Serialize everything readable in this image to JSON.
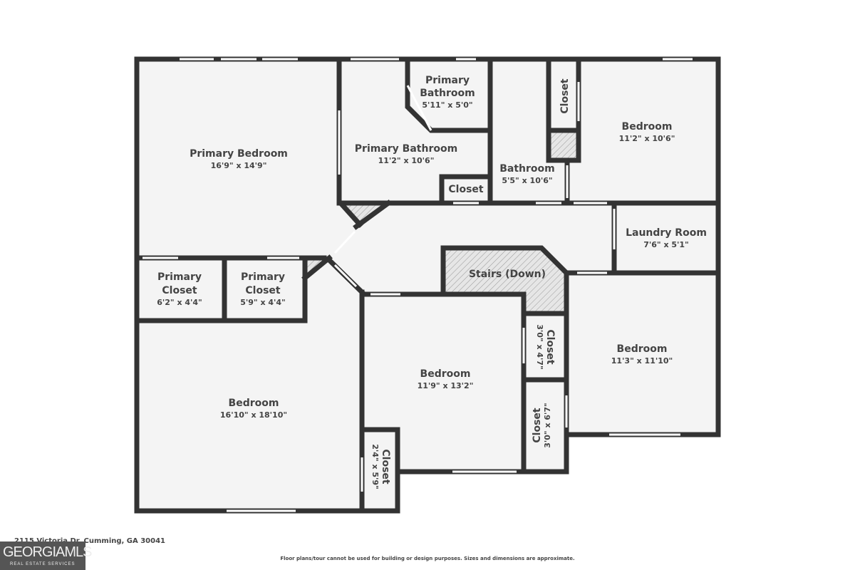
{
  "rooms": {
    "primary_bedroom": {
      "name": "Primary Bedroom",
      "dim": "16'9\" x 14'9\""
    },
    "primary_bathroom": {
      "name": "Primary Bathroom",
      "dim": "11'2\" x 10'6\""
    },
    "primary_bathroom_small": {
      "name1": "Primary",
      "name2": "Bathroom",
      "dim": "5'11\" x 5'0\""
    },
    "closet_bath": {
      "name": "Closet"
    },
    "bathroom": {
      "name": "Bathroom",
      "dim": "5'5\" x 10'6\""
    },
    "closet_top": {
      "name": "Closet"
    },
    "bedroom_top_right": {
      "name": "Bedroom",
      "dim": "11'2\" x 10'6\""
    },
    "laundry": {
      "name": "Laundry Room",
      "dim": "7'6\" x 5'1\""
    },
    "stairs": {
      "name": "Stairs (Down)"
    },
    "primary_closet_1": {
      "name1": "Primary",
      "name2": "Closet",
      "dim": "6'2\" x 4'4\""
    },
    "primary_closet_2": {
      "name1": "Primary",
      "name2": "Closet",
      "dim": "5'9\" x 4'4\""
    },
    "bedroom_bottom_left": {
      "name": "Bedroom",
      "dim": "16'10\" x 18'10\""
    },
    "bedroom_middle": {
      "name": "Bedroom",
      "dim": "11'9\" x 13'2\""
    },
    "closet_middle_1": {
      "name": "Closet",
      "dim": "3'0\" x 4'7\""
    },
    "closet_middle_2": {
      "name": "Closet",
      "dim": "3'0\" x 6'7\""
    },
    "bedroom_right": {
      "name": "Bedroom",
      "dim": "11'3\" x 11'10\""
    },
    "closet_small": {
      "name": "Closet",
      "dim": "2'4\" x 5'9\""
    }
  },
  "footer": {
    "address": "2115 Victoria Dr, Cumming, GA 30041",
    "disclaimer": "Floor plans/tour cannot be used for building or design purposes. Sizes and dimensions are approximate.",
    "logo_main": "GEORGIAMLS",
    "logo_sub": "REAL ESTATE SERVICES"
  },
  "colors": {
    "wall": "#333333",
    "floor": "#f4f4f4"
  }
}
